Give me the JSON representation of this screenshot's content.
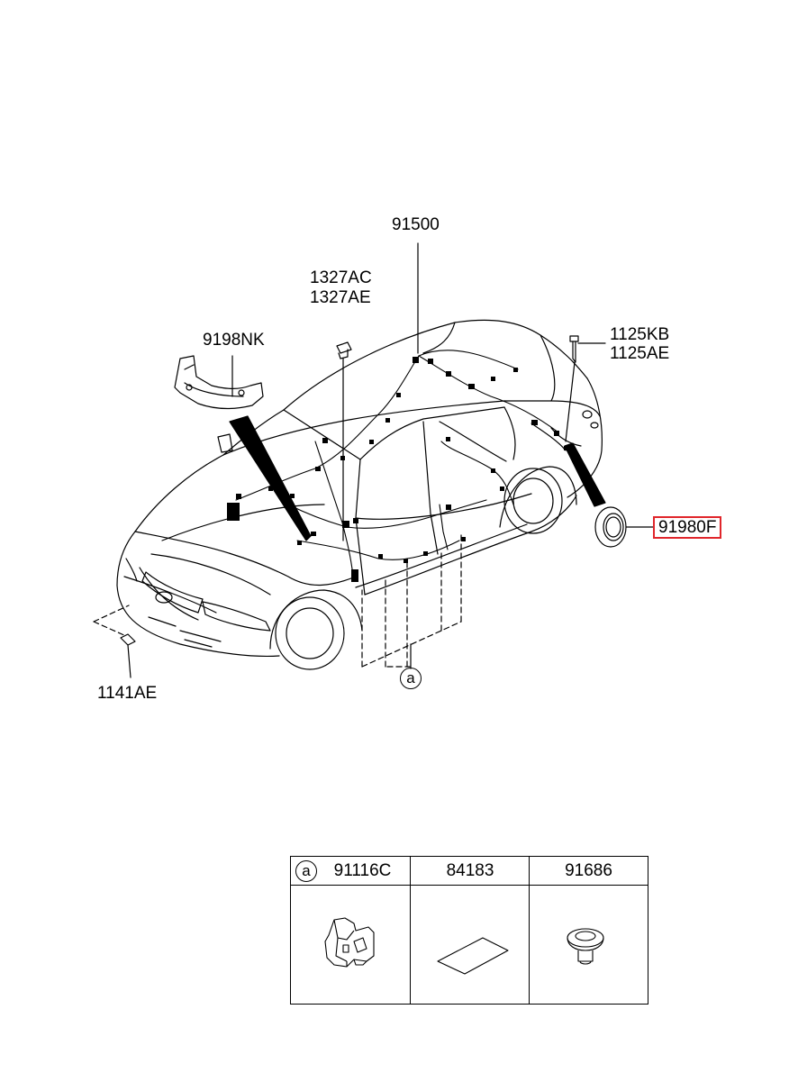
{
  "labels": {
    "p91500": "91500",
    "p1327ac": "1327AC",
    "p1327ae": "1327AE",
    "p9198nk": "9198NK",
    "p1125kb": "1125KB",
    "p1125ae": "1125AE",
    "p91980f": "91980F",
    "p1141ae": "1141AE",
    "callout_a": "a"
  },
  "highlight_color": "#e0262b",
  "table": {
    "ref_symbol": "a",
    "columns": [
      {
        "part_no": "91116C",
        "icon": "clip-icon"
      },
      {
        "part_no": "84183",
        "icon": "pad-icon"
      },
      {
        "part_no": "91686",
        "icon": "grommet-icon"
      }
    ]
  }
}
